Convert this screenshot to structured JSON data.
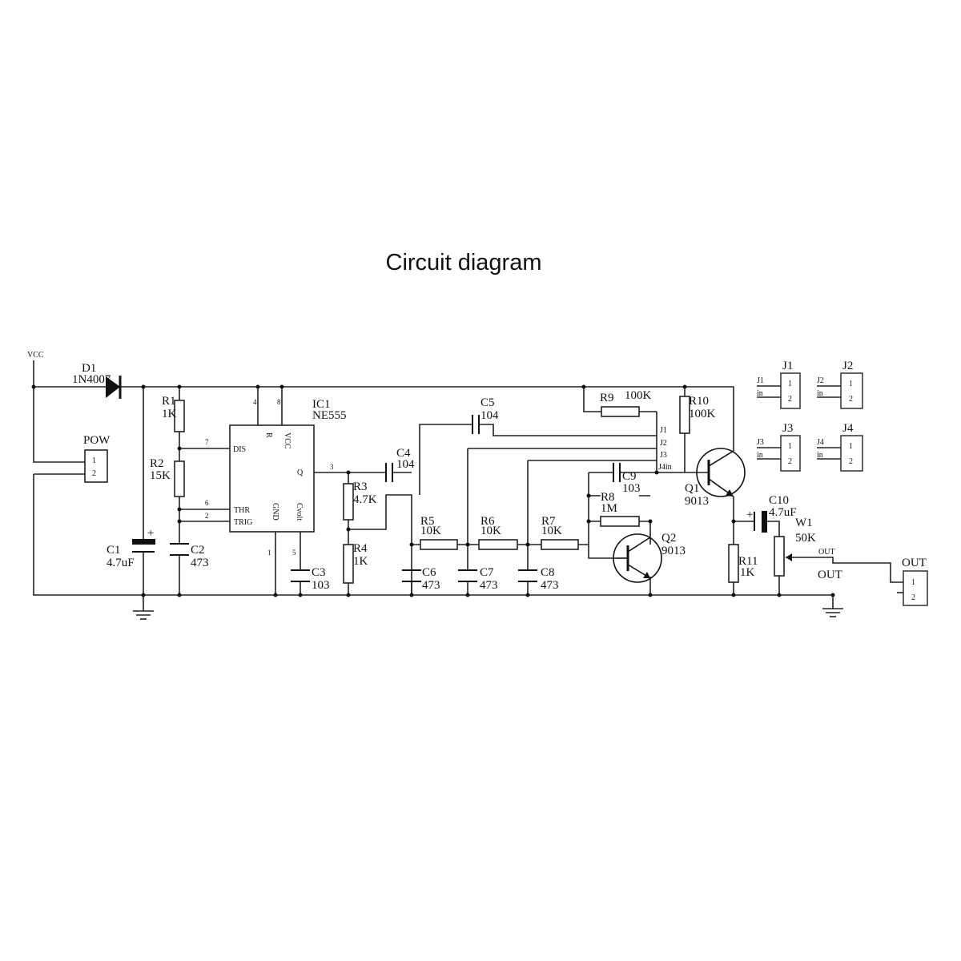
{
  "title": "Circuit diagram",
  "labels": {
    "vcc": "VCC",
    "d1_ref": "D1",
    "d1_val": "1N4007",
    "pow": "POW",
    "r1_ref": "R1",
    "r1_val": "1K",
    "r2_ref": "R2",
    "r2_val": "15K",
    "c1_ref": "C1",
    "c1_val": "4.7uF",
    "c2_ref": "C2",
    "c2_val": "473",
    "ic1_ref": "IC1",
    "ic1_val": "NE555",
    "pin_dis": "DIS",
    "pin_r": "R",
    "pin_vcc": "VCC",
    "pin_q": "Q",
    "pin_thr": "THR",
    "pin_trig": "TRIG",
    "pin_gnd": "GND",
    "pin_cvolt": "Cvolt",
    "pin4": "4",
    "pin8": "8",
    "pin7": "7",
    "pin3": "3",
    "pin6": "6",
    "pin2": "2",
    "pin1": "1",
    "pin5": "5",
    "c3_ref": "C3",
    "c3_val": "103",
    "r3_ref": "R3",
    "r3_val": "4.7K",
    "r4_ref": "R4",
    "r4_val": "1K",
    "c4_ref": "C4",
    "c4_val": "104",
    "c5_ref": "C5",
    "c5_val": "104",
    "r5_ref": "R5",
    "r5_val": "10K",
    "r6_ref": "R6",
    "r6_val": "10K",
    "r7_ref": "R7",
    "r7_val": "10K",
    "c6_ref": "C6",
    "c6_val": "473",
    "c7_ref": "C7",
    "c7_val": "473",
    "c8_ref": "C8",
    "c8_val": "473",
    "r8_ref": "R8",
    "r8_val": "1M",
    "c9_ref": "C9",
    "c9_val": "103",
    "r9_ref": "R9",
    "r9_val": "100K",
    "r10_ref": "R10",
    "r10_val": "100K",
    "q1_ref": "Q1",
    "q1_val": "9013",
    "q2_ref": "Q2",
    "q2_val": "9013",
    "j1": "J1",
    "j2": "J2",
    "j3": "J3",
    "j4in": "J4in",
    "r11_ref": "R11",
    "r11_val": "1K",
    "c10_ref": "C10",
    "c10_val": "4.7uF",
    "w1_ref": "W1",
    "w1_val": "50K",
    "out_small": "OUT",
    "out_big": "OUT",
    "out_conn": "OUT",
    "plus": "+",
    "conn_pin1": "1",
    "conn_pin2": "2",
    "conn_in": "in"
  },
  "jumpers": [
    {
      "name": "J1",
      "sub": "J1",
      "in": "in"
    },
    {
      "name": "J2",
      "sub": "J2",
      "in": "in"
    },
    {
      "name": "J3",
      "sub": "J3",
      "in": "in"
    },
    {
      "name": "J4",
      "sub": "J4",
      "in": "in"
    }
  ]
}
